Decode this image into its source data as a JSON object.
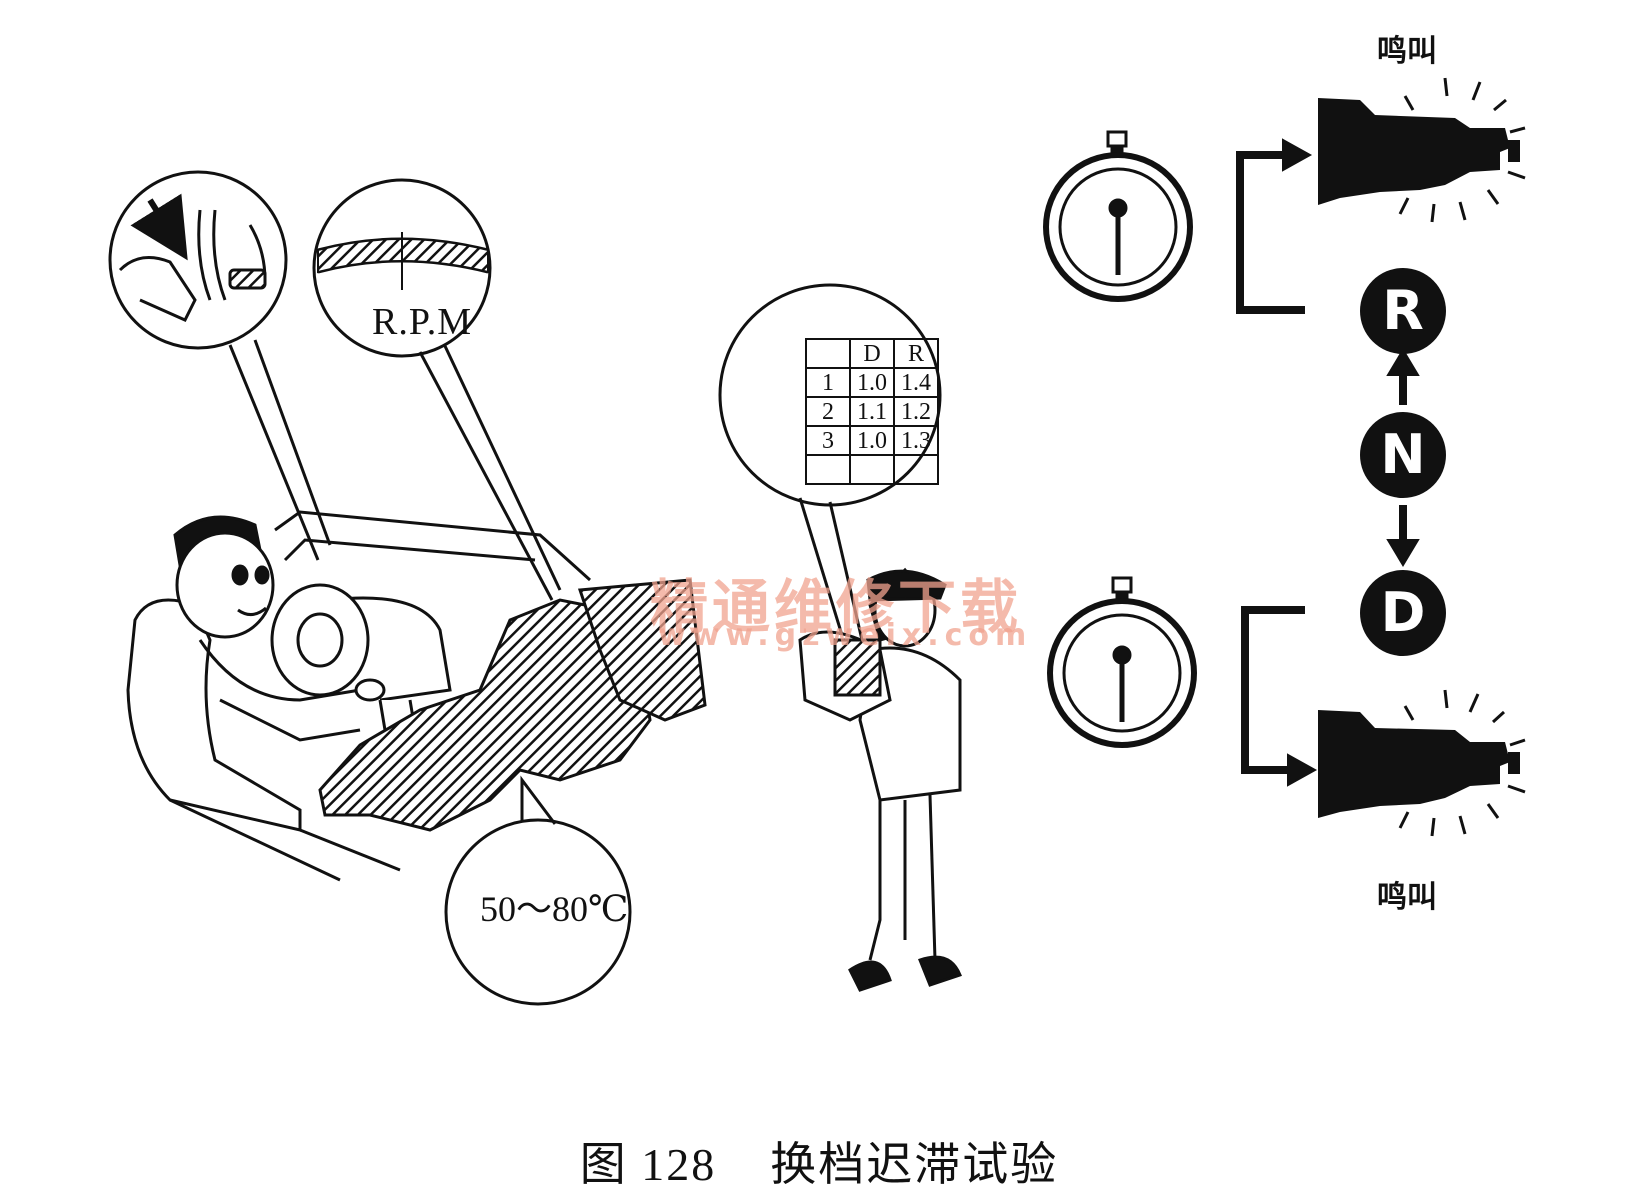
{
  "labels": {
    "rpm": "R.P.M",
    "temperature": "50～80℃",
    "noise_top": "鸣叫",
    "noise_bottom": "鸣叫"
  },
  "gear_selector": {
    "r": "R",
    "n": "N",
    "d": "D"
  },
  "lag_table": {
    "headers": [
      "",
      "D",
      "R"
    ],
    "rows": [
      [
        "1",
        "1.0",
        "1.4"
      ],
      [
        "2",
        "1.1",
        "1.2"
      ],
      [
        "3",
        "1.0",
        "1.3"
      ],
      [
        "",
        "",
        ""
      ]
    ]
  },
  "watermark": {
    "line1": "精通维修下载",
    "line2": "www.gzweix.com"
  },
  "caption": "图 128    换档迟滞试验"
}
